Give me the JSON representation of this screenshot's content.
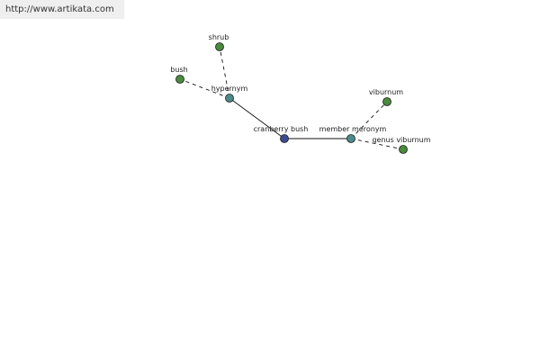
{
  "site": {
    "url": "http://www.artikata.com",
    "banner_color": "#efefef"
  },
  "graph": {
    "edge_color": "#111111",
    "node_colors": {
      "center": "#3b4c93",
      "relation": "#4d8a8a",
      "leaf": "#4a8a3c"
    },
    "nodes": [
      {
        "id": "cranberry-bush",
        "label": "cranberry bush",
        "kind": "center"
      },
      {
        "id": "hypernym",
        "label": "hypernym",
        "kind": "relation"
      },
      {
        "id": "member-meronym",
        "label": "member meronym",
        "kind": "relation"
      },
      {
        "id": "shrub",
        "label": "shrub",
        "kind": "leaf"
      },
      {
        "id": "bush",
        "label": "bush",
        "kind": "leaf"
      },
      {
        "id": "viburnum",
        "label": "viburnum",
        "kind": "leaf"
      },
      {
        "id": "genus-viburnum",
        "label": "genus viburnum",
        "kind": "leaf"
      }
    ],
    "edges": [
      {
        "from": "cranberry-bush",
        "to": "hypernym",
        "style": "solid"
      },
      {
        "from": "cranberry-bush",
        "to": "member-meronym",
        "style": "solid"
      },
      {
        "from": "hypernym",
        "to": "shrub",
        "style": "dashed"
      },
      {
        "from": "hypernym",
        "to": "bush",
        "style": "dashed"
      },
      {
        "from": "member-meronym",
        "to": "viburnum",
        "style": "dashed"
      },
      {
        "from": "member-meronym",
        "to": "genus-viburnum",
        "style": "dashed"
      }
    ]
  }
}
